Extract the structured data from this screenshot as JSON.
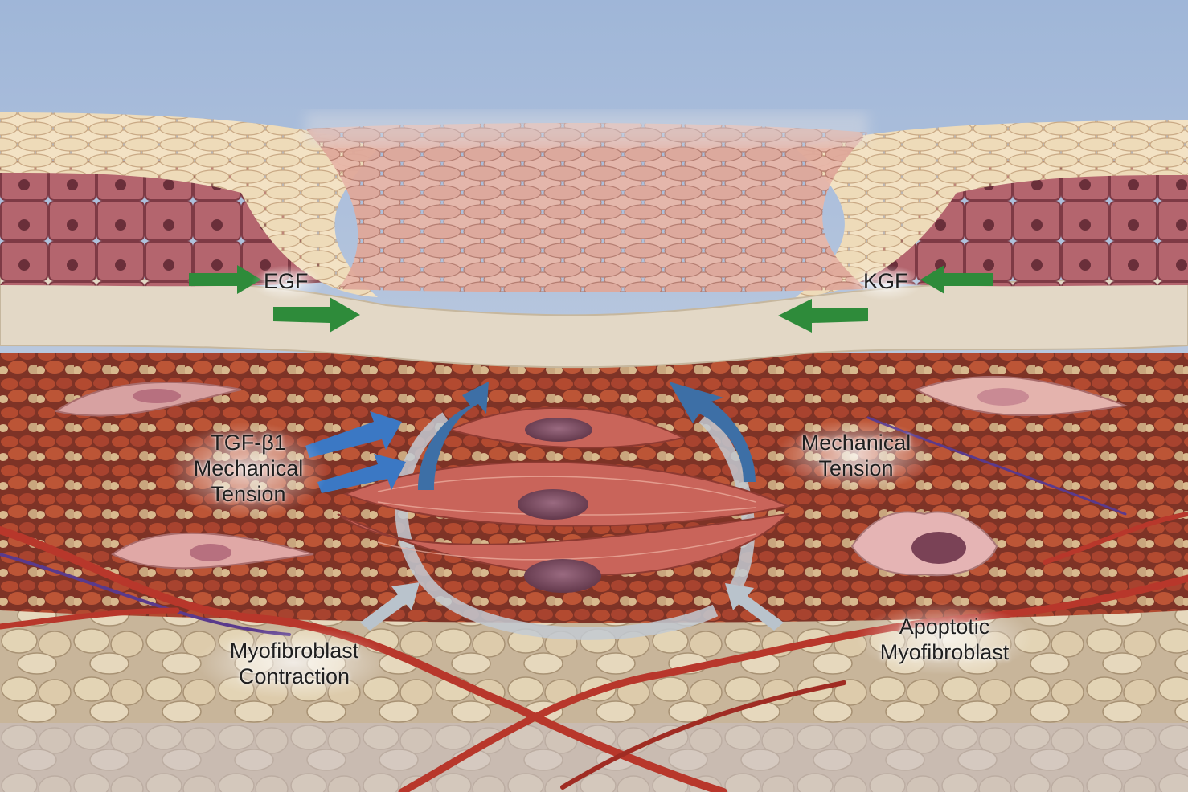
{
  "illustration": {
    "labels": {
      "egf": "EGF",
      "kgf": "KGF",
      "tgf_line1": "TGF-β1",
      "tgf_line2": "Mechanical",
      "tgf_line3": "Tension",
      "mech_line1": "Mechanical",
      "mech_line2": "Tension",
      "contraction_line1": "Myofibroblast",
      "contraction_line2": "Contraction",
      "apoptotic_line1": "Apoptotic",
      "apoptotic_line2": "Myofibroblast"
    },
    "colors": {
      "sky": "#a9bedb",
      "epidermis_scales": "#efd9b8",
      "wound_bed": "#d99a8e",
      "basal_layer": "#a65560",
      "basement_membrane": "#e6dccb",
      "granulation_tissue": "#9c3b2c",
      "fat_layer": "#d8c4a3",
      "vessel": "#b8372b",
      "growth_factor_arrow": "#2e8b3a",
      "signal_arrow": "#3b78c4",
      "contraction_arrow": "#b9c3cc",
      "myofibroblast": "#c9655a",
      "nucleus": "#7a4a5e"
    }
  }
}
